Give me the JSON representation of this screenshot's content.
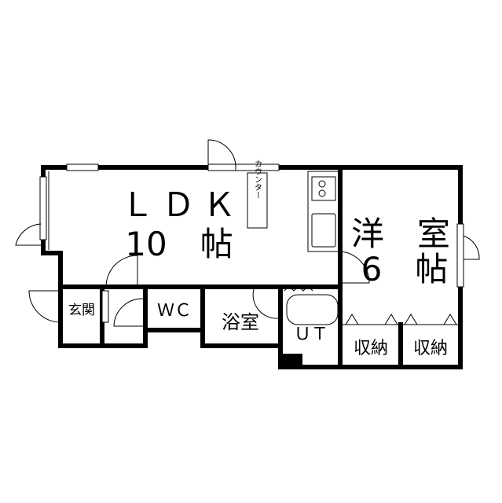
{
  "rooms": {
    "ldk": {
      "name": "ＬＤＫ",
      "size": "10　帖"
    },
    "western": {
      "name": "洋　室",
      "size": "6　帖"
    },
    "entrance": "玄関",
    "wc": "ＷＣ",
    "bath": "浴室",
    "utility": "ＵＴ",
    "storage_1": "収納",
    "storage_2": "収納"
  },
  "fixtures": {
    "counter": "カウンター"
  }
}
